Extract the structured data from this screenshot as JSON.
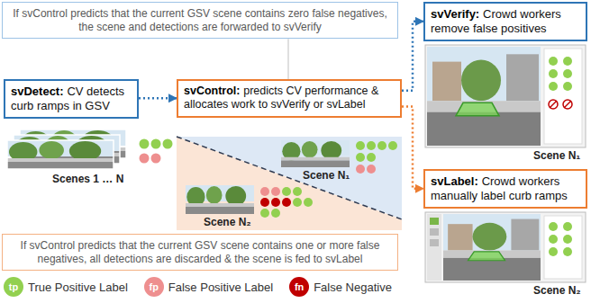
{
  "diagram": {
    "nodes": [
      {
        "text": [
          "If svControl predicts that the current GSV scene contains zero false negatives, the scene and detections are forwarded to svVerify"
        ]
      },
      {
        "text": [
          "svDetect:",
          "CV detects curb ramps in GSV"
        ]
      },
      {
        "text": [
          "svControl:",
          "predicts CV performance & allocates work to svVerify or svLabel"
        ]
      },
      {
        "text": [
          "svVerify:",
          "Crowd workers remove false positives"
        ]
      },
      {
        "text": [
          "svLabel:",
          "Crowd workers manually label curb ramps"
        ]
      },
      {
        "text": [
          "If svControl predicts that the current GSV scene contains one or more false negatives, all detections are discarded & the scene is fed to svLabel"
        ]
      }
    ],
    "edges": [
      {
        "from": 1,
        "to": 2,
        "arrow": "to"
      },
      {
        "from": 2,
        "to": 3,
        "arrow": "to"
      },
      {
        "from": 2,
        "to": 4,
        "arrow": "to"
      },
      {
        "from": 0,
        "to": 2,
        "arrow": "none"
      }
    ],
    "labels": [
      "Scenes 1 … N",
      "Scene N₁",
      "Scene N₂",
      "Scene N₁",
      "Scene N₂",
      "tp",
      "fp",
      "fn"
    ],
    "legend": [
      {
        "text": "True Positive Label",
        "color": "#92d050"
      },
      {
        "text": "False Positive Label",
        "color": "#ee8f8f"
      },
      {
        "text": "False Negative",
        "color": "#c00000"
      }
    ]
  }
}
